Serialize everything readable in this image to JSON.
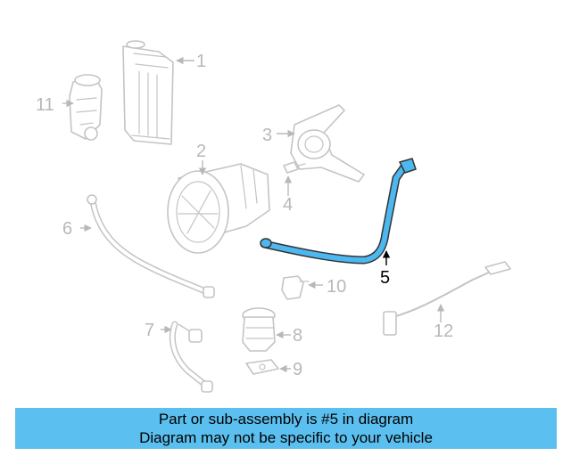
{
  "parts": [
    {
      "num": "1"
    },
    {
      "num": "2"
    },
    {
      "num": "3"
    },
    {
      "num": "4"
    },
    {
      "num": "5"
    },
    {
      "num": "6"
    },
    {
      "num": "7"
    },
    {
      "num": "8"
    },
    {
      "num": "9"
    },
    {
      "num": "10"
    },
    {
      "num": "11"
    },
    {
      "num": "12"
    }
  ],
  "highlight": {
    "part": "5",
    "color": "#4db8f0"
  },
  "banner": {
    "line1": "Part or sub-assembly is #5 in diagram",
    "line2": "Diagram may not be specific to your vehicle",
    "background": "#5bc0f0"
  }
}
